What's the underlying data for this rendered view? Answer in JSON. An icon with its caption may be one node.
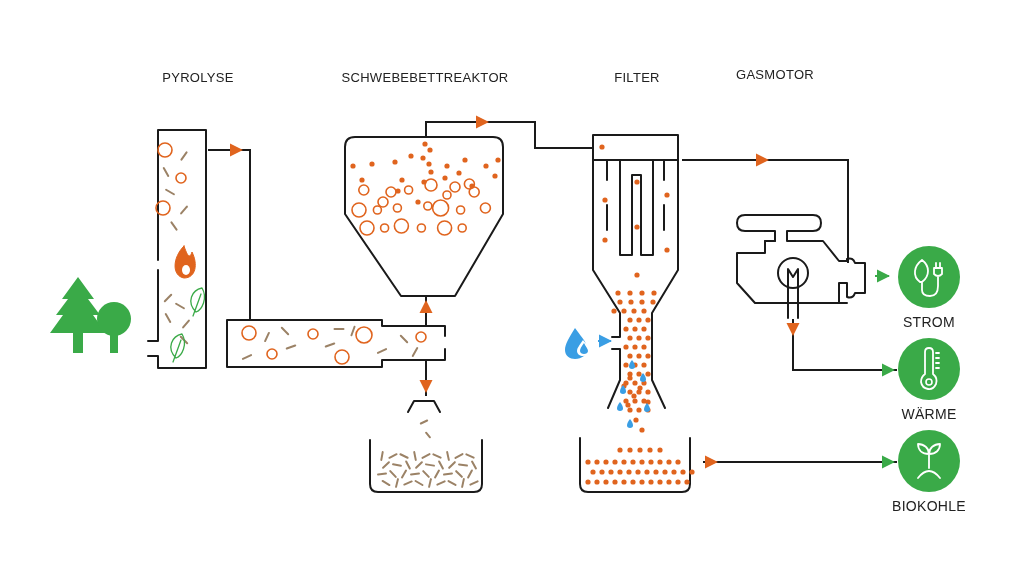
{
  "diagram": {
    "nodes": [
      {
        "text": [],
        "shape": "picture"
      },
      {
        "text": [
          "PYROLYSE"
        ]
      },
      {
        "text": [],
        "shape": "bar"
      },
      {
        "text": [
          "SCHWEBEBETTREAKTOR"
        ]
      },
      {
        "text": [],
        "shape": "box"
      },
      {
        "text": [
          "FILTER"
        ]
      },
      {
        "text": [],
        "shape": "picture"
      },
      {
        "text": [
          "GASMOTOR"
        ]
      },
      {
        "text": [],
        "shape": "box"
      },
      {
        "text": [
          "STROM"
        ]
      },
      {
        "text": [
          "WÄRME"
        ]
      },
      {
        "text": [
          "BIOKOHLE"
        ]
      }
    ],
    "edges": [
      {
        "from": 1,
        "to": 2,
        "arrow": "to"
      },
      {
        "from": 2,
        "to": 3,
        "arrow": "to"
      },
      {
        "from": 2,
        "to": 4,
        "arrow": "to"
      },
      {
        "from": 3,
        "to": 5,
        "arrow": "to"
      },
      {
        "from": 5,
        "to": 7,
        "arrow": "to"
      },
      {
        "from": 6,
        "to": 5,
        "arrow": "to",
        "color": "#3a9ee4"
      },
      {
        "from": 7,
        "to": 9,
        "arrow": "to",
        "color": "#3aaa48"
      },
      {
        "from": 7,
        "to": 10,
        "arrow": "to"
      },
      {
        "from": 8,
        "to": 11,
        "arrow": "to"
      }
    ]
  }
}
